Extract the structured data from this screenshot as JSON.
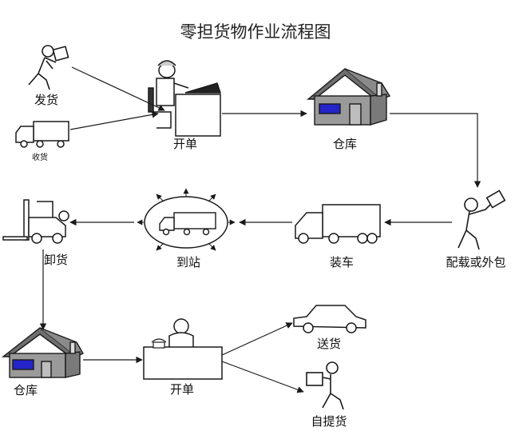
{
  "title": "零担货物作业流程图",
  "labels": {
    "send": "发货",
    "receive": "收货",
    "billing1": "开单",
    "warehouse1": "仓库",
    "delivery_out": "配载或外包",
    "loading": "装车",
    "arrival": "到站",
    "unloading": "卸货",
    "warehouse2": "仓库",
    "billing2": "开单",
    "home_delivery": "送货",
    "self_pickup": "自提货"
  },
  "colors": {
    "line": "#1a1a1a",
    "roof": "#6e6e6e",
    "wall": "#9a9a9a",
    "window": "#2424c8"
  },
  "icons": [
    "walking-person-icon",
    "truck-icon",
    "office-worker-icon",
    "house-icon",
    "delivery-person-icon",
    "forklift-icon",
    "car-icon",
    "telephone-icon",
    "clerk-icon"
  ]
}
